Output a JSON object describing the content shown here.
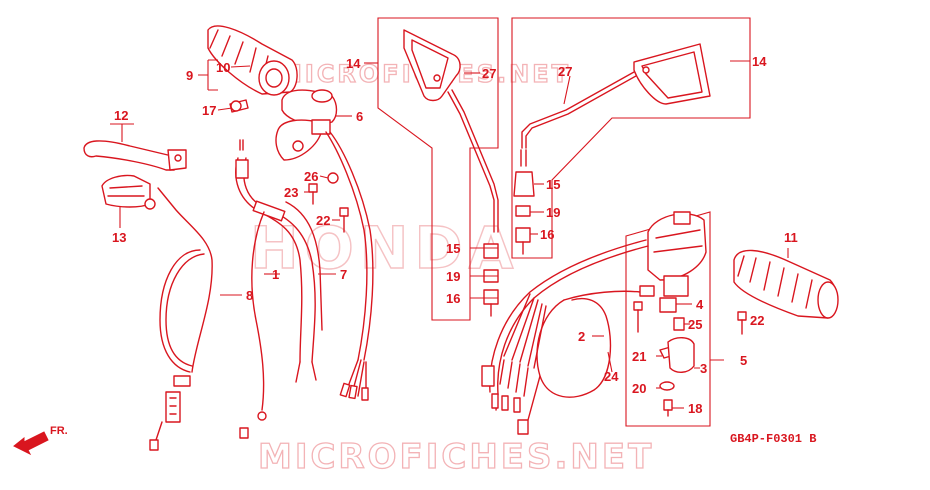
{
  "watermark": {
    "top_text": "MICROFICHES.NET",
    "bottom_text": "MICROFICHES.NET",
    "brand_text": "HONDA"
  },
  "drawing_code": "GB4P-F0301 B",
  "front_arrow_label": "FR.",
  "callouts": {
    "c1": "1",
    "c2": "2",
    "c3": "3",
    "c4": "4",
    "c5": "5",
    "c6": "6",
    "c7": "7",
    "c8": "8",
    "c9": "9",
    "c10": "10",
    "c11": "11",
    "c12": "12",
    "c13": "13",
    "c14a": "14",
    "c14b": "14",
    "c15a": "15",
    "c15b": "15",
    "c16a": "16",
    "c16b": "16",
    "c17": "17",
    "c18": "18",
    "c19a": "19",
    "c19b": "19",
    "c20": "20",
    "c21": "21",
    "c22a": "22",
    "c22b": "22",
    "c23": "23",
    "c24": "24",
    "c25": "25",
    "c26": "26",
    "c27a": "27",
    "c27b": "27"
  }
}
